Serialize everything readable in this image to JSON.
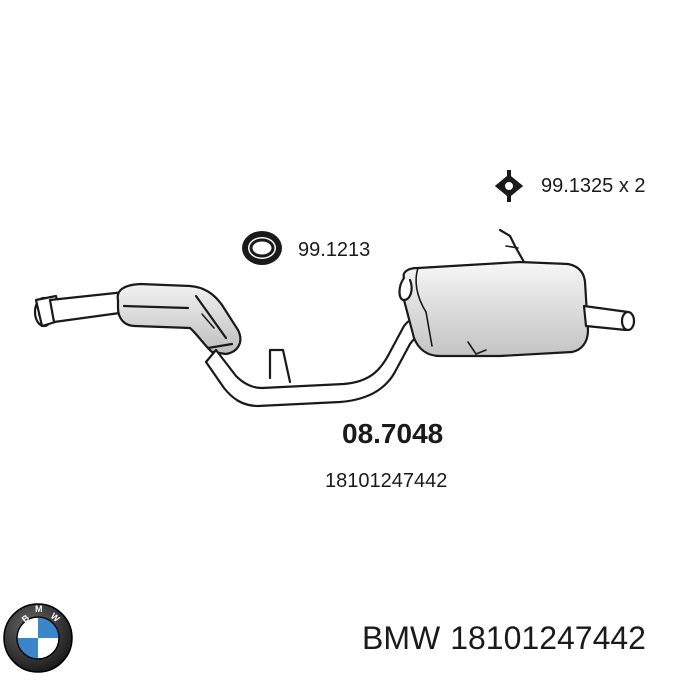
{
  "diagram": {
    "labels": {
      "hanger_rubber": "99.1325 x 2",
      "clamp_ring": "99.1213",
      "part_number": "08.7048",
      "oem_number": "18101247442"
    }
  },
  "footer": {
    "brand": "BMW",
    "number": "18101247442"
  },
  "colors": {
    "line": "#1a1a1a",
    "muffler_fill": "#e6e6e6",
    "bmw_blue": "#3a86c8"
  },
  "icons": {
    "hanger": "hanger-rubber-icon",
    "clamp": "clamp-ring-icon",
    "logo": "bmw-logo"
  }
}
